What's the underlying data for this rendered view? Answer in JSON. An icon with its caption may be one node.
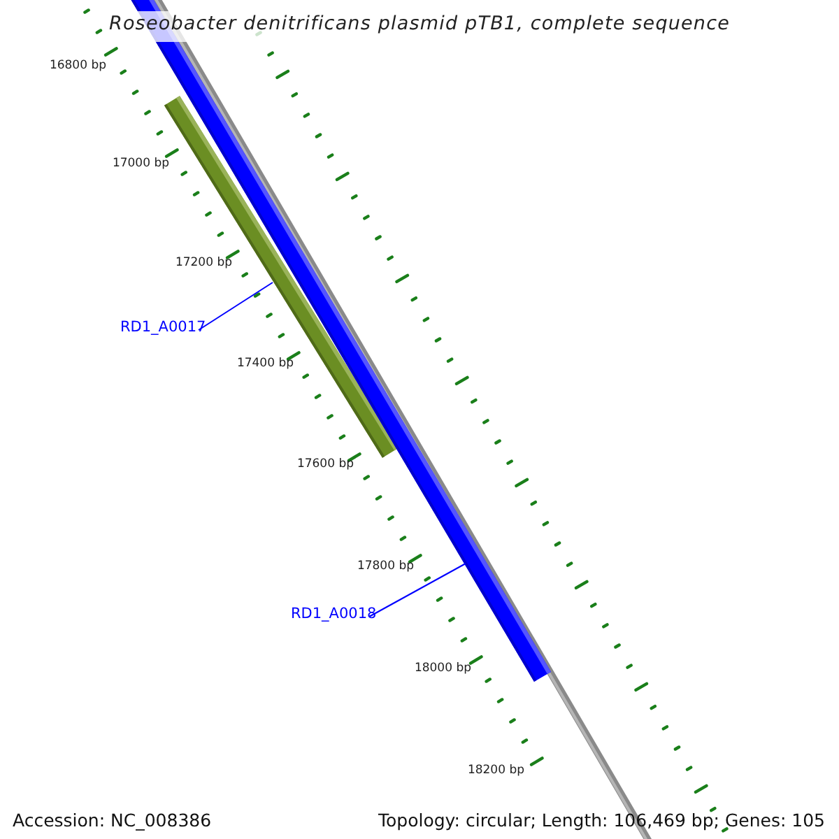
{
  "diagram": {
    "title": "Roseobacter denitrificans plasmid pTB1, complete sequence",
    "nodes": [
      {
        "text": [
          "RD1_A0017"
        ]
      },
      {
        "text": [],
        "shape": "bar"
      },
      {
        "text": [
          "RD1_A0018"
        ]
      },
      {
        "text": [],
        "shape": "bar"
      }
    ],
    "edges": [
      {
        "from": 0,
        "to": 1,
        "arrow": "none"
      },
      {
        "from": 2,
        "to": 3,
        "arrow": "none"
      }
    ],
    "labels": [
      "16800 bp",
      "17000 bp",
      "17200 bp",
      "17400 bp",
      "17600 bp",
      "17800 bp",
      "18000 bp",
      "18200 bp",
      "Accession: NC_008386",
      "Topology: circular; Length: 106,469 bp; Genes: 105"
    ]
  }
}
